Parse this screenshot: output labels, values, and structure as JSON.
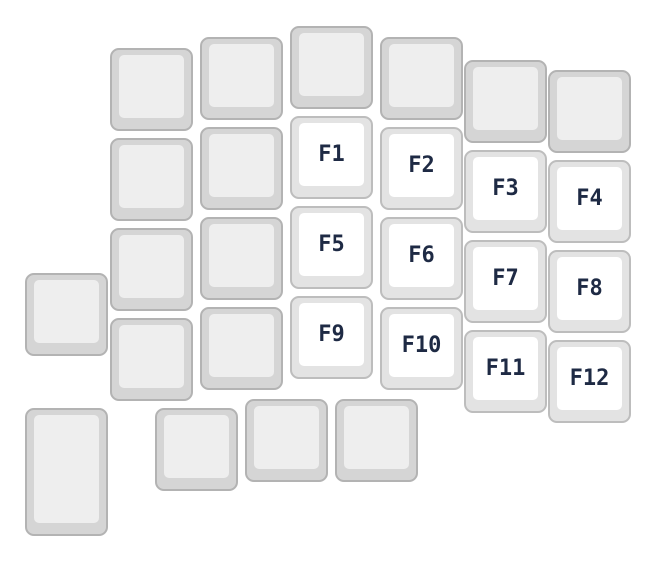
{
  "keys": {
    "f1": "F1",
    "f2": "F2",
    "f3": "F3",
    "f4": "F4",
    "f5": "F5",
    "f6": "F6",
    "f7": "F7",
    "f8": "F8",
    "f9": "F9",
    "f10": "F10",
    "f11": "F11",
    "f12": "F12"
  }
}
